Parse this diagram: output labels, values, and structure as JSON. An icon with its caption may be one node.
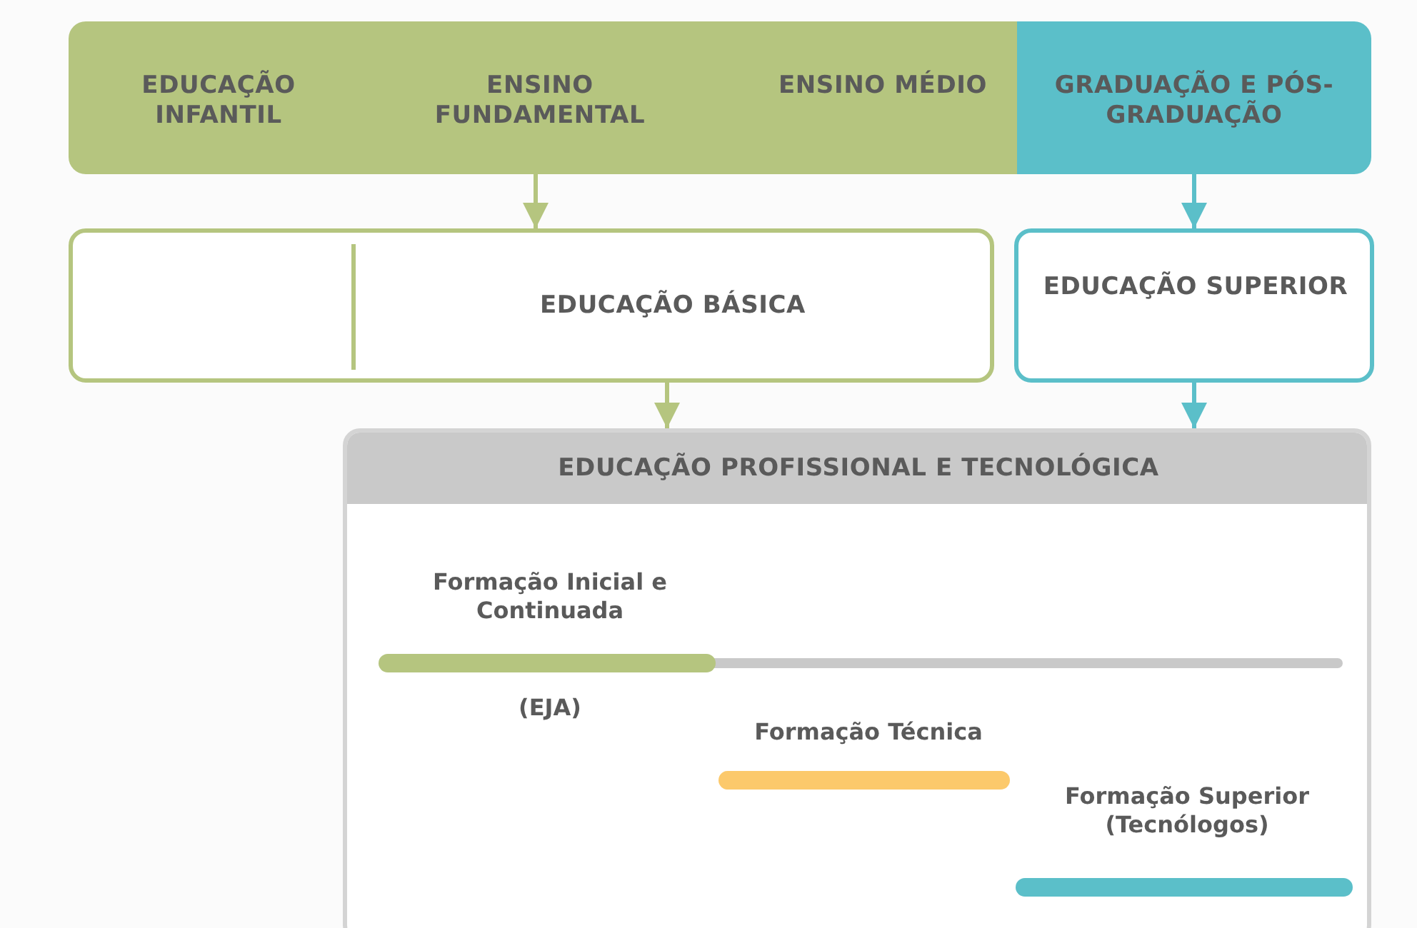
{
  "diagram": {
    "nodes": [
      {
        "text": [
          "EDUCAÇÃO INFANTIL",
          "ENSINO FUNDAMENTAL",
          "ENSINO MÉDIO"
        ]
      },
      {
        "text": [
          "GRADUAÇÃO E PÓS-GRADUAÇÃO"
        ]
      },
      {
        "text": [
          "EDUCAÇÃO BÁSICA"
        ]
      },
      {
        "text": [
          "EDUCAÇÃO SUPERIOR"
        ]
      },
      {
        "text": [
          "EDUCAÇÃO PROFISSIONAL E TECNOLÓGICA"
        ]
      },
      {
        "text": [
          "Formação Inicial e Continuada"
        ],
        "beside": [
          "(EJA)"
        ],
        "in": 4
      },
      {
        "text": [
          "Formação Técnica"
        ],
        "in": 4
      },
      {
        "text": [
          "Formação Superior (Tecnólogos)"
        ],
        "in": 4
      }
    ],
    "edges": [
      {
        "from": 0,
        "to": 2,
        "arrow": "to"
      },
      {
        "from": 1,
        "to": 3,
        "arrow": "to"
      },
      {
        "from": 2,
        "to": 4,
        "arrow": "to"
      },
      {
        "from": 3,
        "to": 4,
        "arrow": "to",
        "color": "#5bbfc9"
      }
    ]
  }
}
